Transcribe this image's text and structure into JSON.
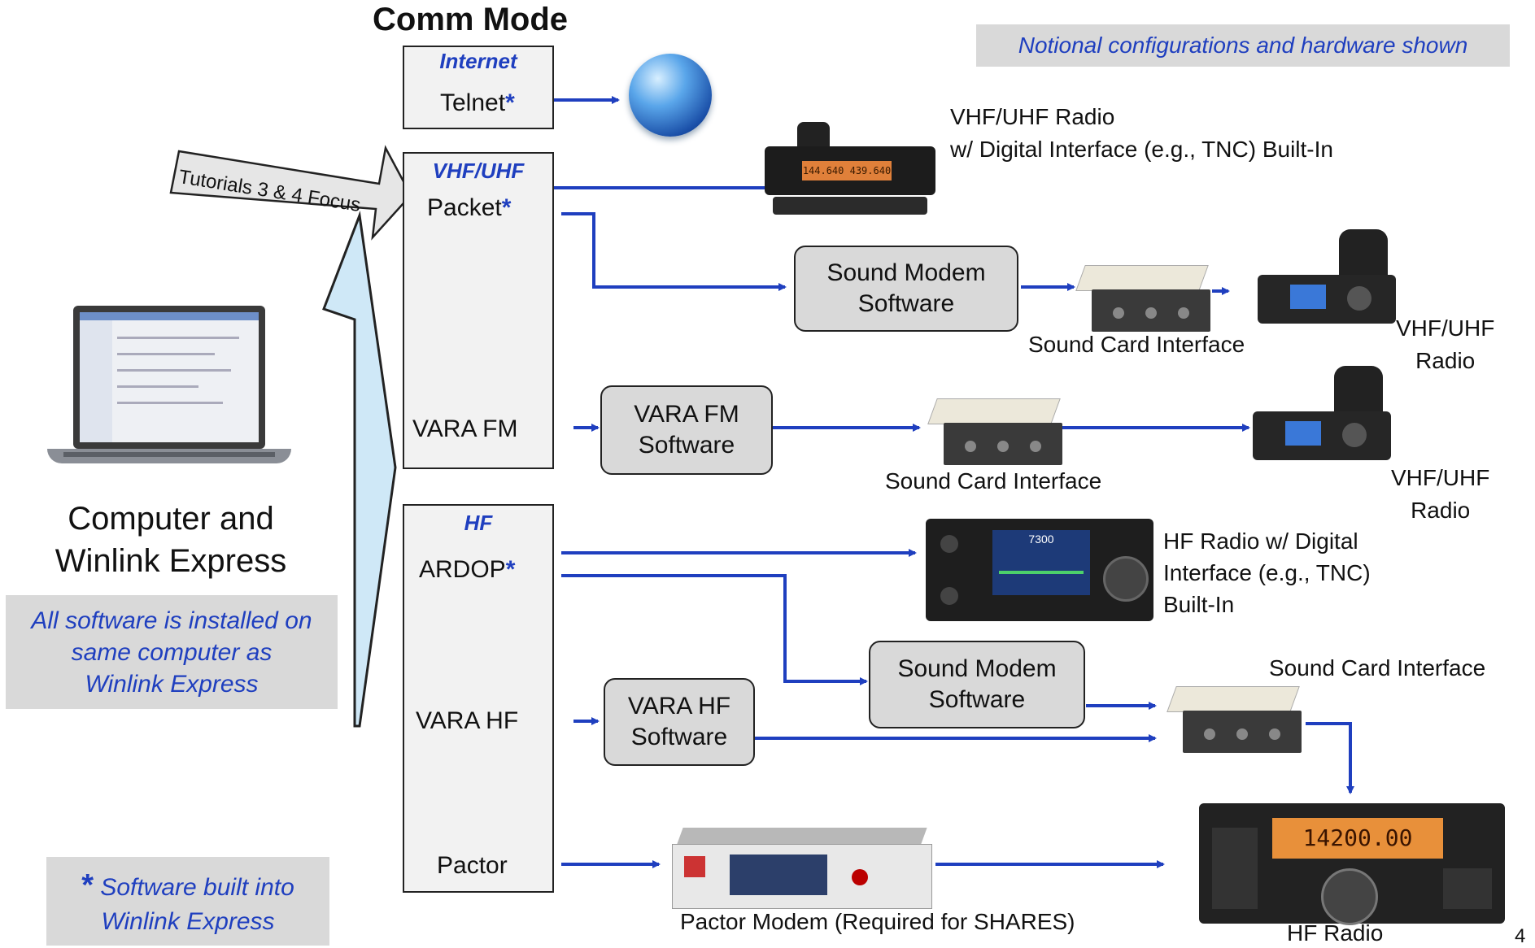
{
  "header": {
    "comm_mode": "Comm Mode",
    "notional": "Notional configurations and hardware shown"
  },
  "computer": {
    "label": "Computer and Winlink Express"
  },
  "notes": {
    "installed": "All software is installed on same computer as Winlink Express",
    "builtin_star": "*",
    "builtin": "Software built into Winlink Express"
  },
  "tutorial_arrow": "Tutorials 3 & 4 Focus",
  "internet_box": {
    "header": "Internet",
    "mode": "Telnet",
    "star": "*"
  },
  "vhf_box": {
    "header": "VHF/UHF",
    "packet": "Packet",
    "packet_star": "*",
    "varafm": "VARA FM"
  },
  "hf_box": {
    "header": "HF",
    "ardop": "ARDOP",
    "ardop_star": "*",
    "varahf": "VARA HF",
    "pactor": "Pactor"
  },
  "software": {
    "sound_modem_1": "Sound Modem Software",
    "vara_fm": "VARA FM Software",
    "sound_modem_2": "Sound Modem Software",
    "vara_hf": "VARA HF Software"
  },
  "labels": {
    "vhf_builtin": "VHF/UHF Radio\nw/ Digital Interface (e.g., TNC) Built-In",
    "sci_1": "Sound Card Interface",
    "vhf_radio_1": "VHF/UHF\nRadio",
    "sci_2": "Sound Card Interface",
    "vhf_radio_2": "VHF/UHF\nRadio",
    "hf_builtin": "HF Radio w/ Digital\nInterface (e.g., TNC)\nBuilt-In",
    "sci_3": "Sound Card Interface",
    "pactor_modem": "Pactor Modem (Required for SHARES)",
    "hf_radio": "HF Radio",
    "page_num": "4"
  },
  "radio_displays": {
    "vhf_freq": "144.640  439.640",
    "hf_freq": "14200.00",
    "icom": "7300"
  },
  "colors": {
    "arrow": "#1f3fbf",
    "box_fill": "#f2f2f2",
    "software_fill": "#d9d9d9",
    "note_fill": "#d9d9d9"
  }
}
